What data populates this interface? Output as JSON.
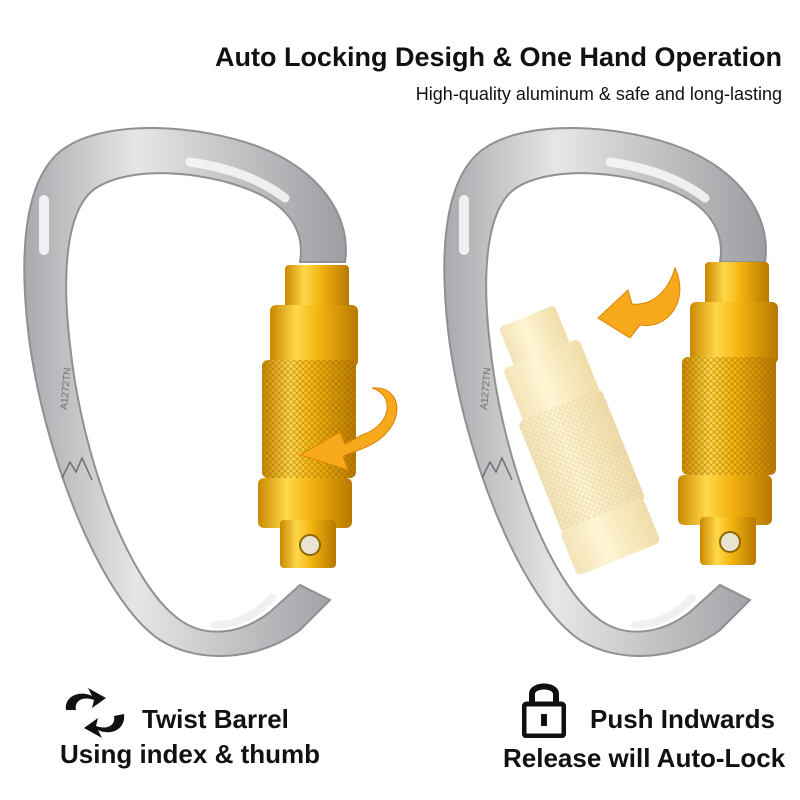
{
  "header": {
    "title": "Auto Locking Desigh & One Hand Operation",
    "subtitle": "High-quality aluminum & safe and long-lasting"
  },
  "product": {
    "model_code": "A1272TN",
    "frame_color": "#c8c8ca",
    "gate_color": "#f2b40c",
    "arrow_color": "#f7a81b"
  },
  "steps": [
    {
      "icon": "twist-arrows-icon",
      "line1": "Twist Barrel",
      "line2": "Using index & thumb"
    },
    {
      "icon": "padlock-icon",
      "line1": "Push Indwards",
      "line2": "Release will Auto-Lock"
    }
  ]
}
